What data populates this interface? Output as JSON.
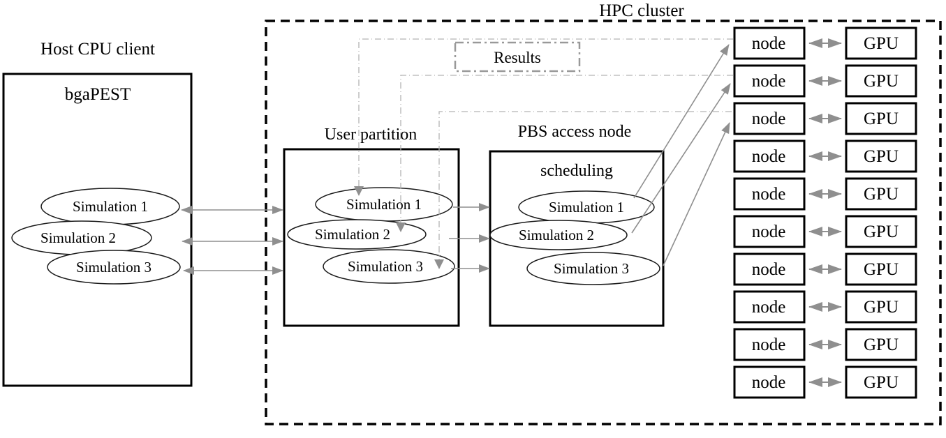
{
  "diagram": {
    "hpc_cluster_label": "HPC cluster",
    "results_label": "Results",
    "host": {
      "title": "Host CPU client",
      "name": "bgaPEST",
      "simulations": [
        "Simulation 1",
        "Simulation 2",
        "Simulation 3"
      ]
    },
    "user_partition": {
      "title": "User partition",
      "simulations": [
        "Simulation 1",
        "Simulation 2",
        "Simulation 3"
      ]
    },
    "pbs": {
      "title": "PBS access node",
      "name": "scheduling",
      "simulations": [
        "Simulation 1",
        "Simulation 2",
        "Simulation 3"
      ]
    },
    "nodes": {
      "node_label": "node",
      "gpu_label": "GPU",
      "count": 10
    },
    "colors": {
      "border_black": "#000000",
      "arrow_gray": "#8f8f8f",
      "dashdot_gray": "#b3b3b3",
      "results_border_gray": "#999999",
      "background": "#ffffff"
    }
  }
}
